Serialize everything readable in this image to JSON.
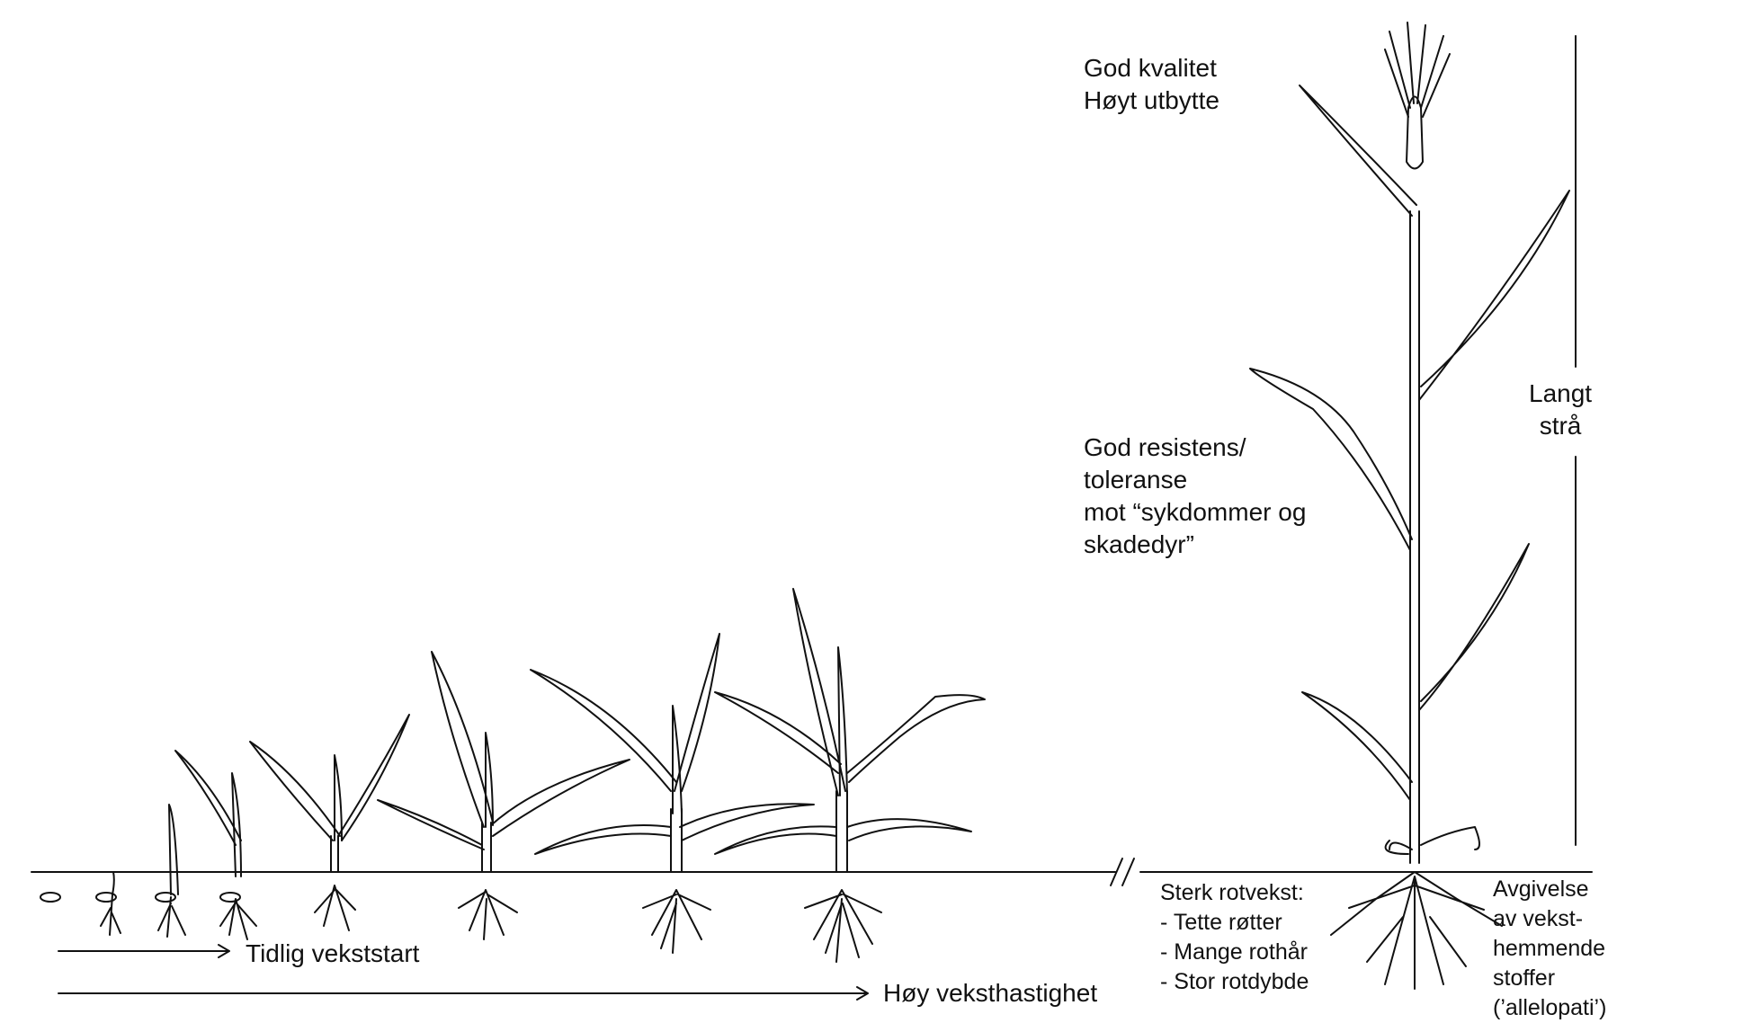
{
  "labels": {
    "quality": [
      "God kvalitet",
      "Høyt utbytte"
    ],
    "resistance": [
      "God resistens/",
      "toleranse",
      "mot “sykdommer og",
      "skadedyr”"
    ],
    "straw": [
      "Langt",
      "strå"
    ],
    "roots": [
      "Sterk rotvekst:",
      "- Tette røtter",
      "- Mange rothår",
      "- Stor rotdybde"
    ],
    "allelopathy": [
      "Avgivelse",
      "av vekst-",
      "hemmende",
      "stoffer",
      "(’allelopati’)"
    ],
    "early_start": "Tidlig vekststart",
    "growth_speed": "Høy veksthastighet"
  },
  "style": {
    "ink": "#111111",
    "paper": "#ffffff"
  }
}
